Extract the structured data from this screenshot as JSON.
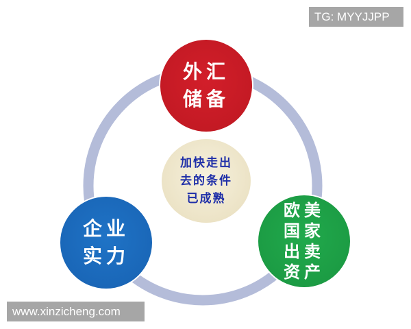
{
  "watermarks": {
    "top_right": "TG: MYYJJPP",
    "bottom_left": "www.xinzicheng.com"
  },
  "diagram": {
    "type": "cycle",
    "ring_color": "#b4bcd9",
    "center": {
      "lines": [
        "加快走出",
        "去的条件",
        "已成熟"
      ],
      "fill": "#ece3c6",
      "text_color": "#1f2fa8"
    },
    "nodes": [
      {
        "id": "top",
        "lines": [
          "外汇",
          "储备"
        ],
        "fill": "#c41a24",
        "text_color": "#ffffff"
      },
      {
        "id": "bottom-left",
        "lines": [
          "企业",
          "实力"
        ],
        "fill": "#1a67b8",
        "text_color": "#ffffff"
      },
      {
        "id": "bottom-right",
        "lines": [
          "欧美",
          "国家",
          "出卖",
          "资产"
        ],
        "fill": "#1c9c44",
        "text_color": "#ffffff"
      }
    ]
  }
}
